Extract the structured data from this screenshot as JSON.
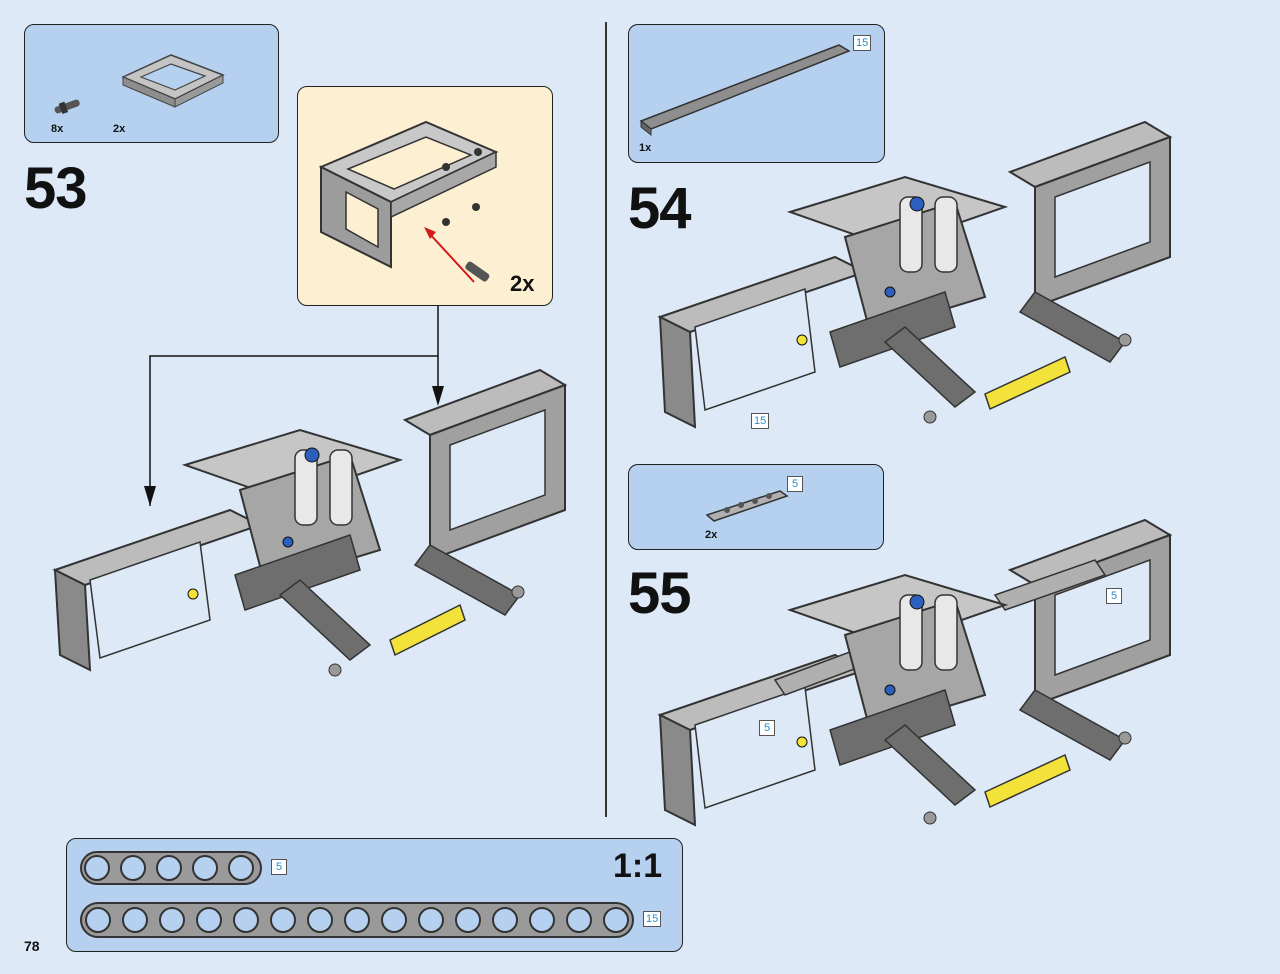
{
  "page_number": "78",
  "step53": {
    "number": "53",
    "parts": [
      {
        "qty": "8x",
        "icon": "pin-with-bushing-icon"
      },
      {
        "qty": "2x",
        "icon": "rectangular-frame-icon"
      }
    ],
    "subassembly_qty": "2x"
  },
  "step54": {
    "number": "54",
    "parts": [
      {
        "qty": "1x",
        "icon": "beam-15-icon",
        "tag": "15"
      }
    ],
    "model_tag": "15"
  },
  "step55": {
    "number": "55",
    "parts": [
      {
        "qty": "2x",
        "icon": "beam-5-icon",
        "tag": "5"
      }
    ],
    "model_tags": [
      "5",
      "5"
    ]
  },
  "scale_guide": {
    "label": "1:1",
    "beams": [
      {
        "length": 5,
        "tag": "5"
      },
      {
        "length": 15,
        "tag": "15"
      }
    ]
  },
  "colors": {
    "background": "#dde9f7",
    "parts_box": "#b6d1ef",
    "callout": "#fdf0d2",
    "frame_gray": "#a8a8a8",
    "axle_yellow": "#f2e23a",
    "connector_blue": "#2d5fbf",
    "arrow_red": "#d21a1a"
  }
}
